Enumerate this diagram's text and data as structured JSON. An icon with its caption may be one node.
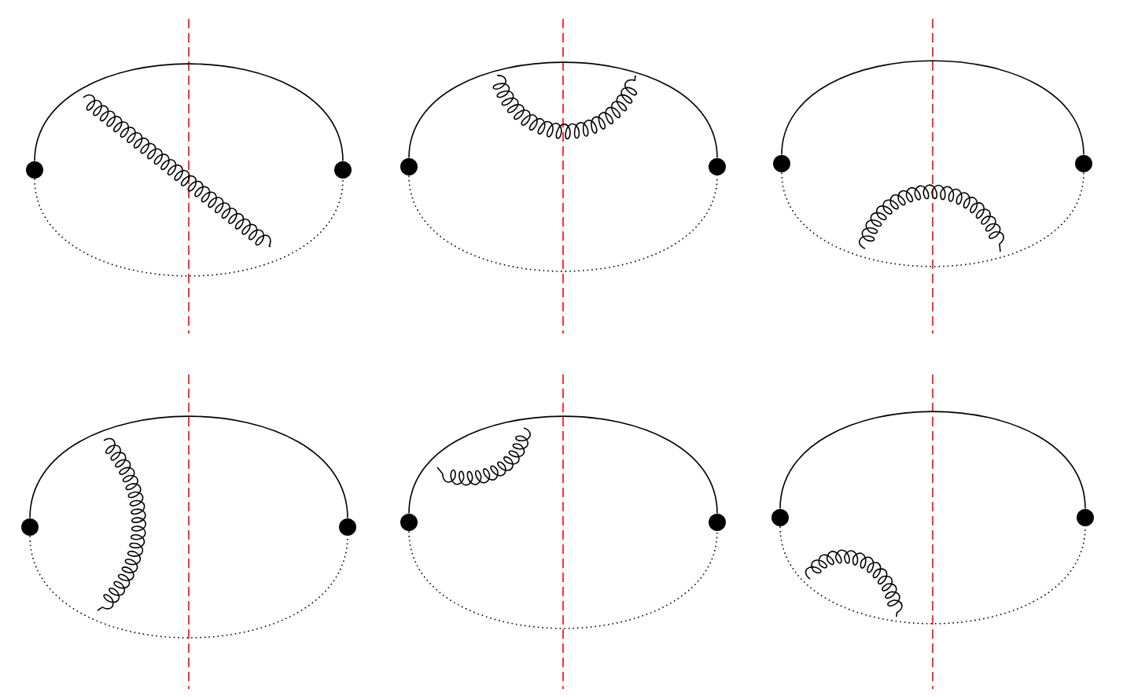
{
  "diagram": {
    "nodes": [
      {
        "text": [],
        "shape": "circle"
      },
      {
        "text": [],
        "shape": "circle"
      },
      {
        "text": [],
        "shape": "circle"
      },
      {
        "text": [],
        "shape": "circle"
      },
      {
        "text": [],
        "shape": "circle"
      },
      {
        "text": [],
        "shape": "circle"
      },
      {
        "text": [],
        "shape": "circle"
      },
      {
        "text": [],
        "shape": "circle"
      },
      {
        "text": [],
        "shape": "circle"
      },
      {
        "text": [],
        "shape": "circle"
      },
      {
        "text": [],
        "shape": "circle"
      },
      {
        "text": [],
        "shape": "circle"
      }
    ],
    "edges": [
      {
        "from": 0,
        "to": 1,
        "arrow": "none"
      },
      {
        "from": 0,
        "to": 1,
        "arrow": "none",
        "style": "dashed"
      },
      {
        "from": 2,
        "to": 3,
        "arrow": "none"
      },
      {
        "from": 2,
        "to": 3,
        "arrow": "none",
        "style": "dashed"
      },
      {
        "from": 4,
        "to": 5,
        "arrow": "none"
      },
      {
        "from": 4,
        "to": 5,
        "arrow": "none",
        "style": "dashed"
      },
      {
        "from": 6,
        "to": 7,
        "arrow": "none"
      },
      {
        "from": 6,
        "to": 7,
        "arrow": "none",
        "style": "dashed"
      },
      {
        "from": 8,
        "to": 9,
        "arrow": "none"
      },
      {
        "from": 8,
        "to": 9,
        "arrow": "none",
        "style": "dashed"
      },
      {
        "from": 10,
        "to": 11,
        "arrow": "none"
      },
      {
        "from": 10,
        "to": 11,
        "arrow": "none",
        "style": "dashed"
      }
    ]
  }
}
